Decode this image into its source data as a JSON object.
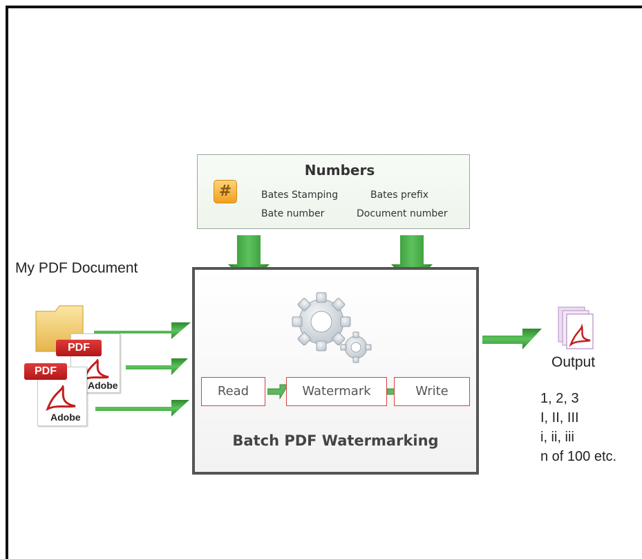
{
  "numbers_panel": {
    "title": "Numbers",
    "icon": "hash-icon",
    "items": [
      "Bates Stamping",
      "Bates prefix",
      "Bate number",
      "Document number"
    ]
  },
  "input": {
    "label": "My PDF Document",
    "file_badge": "PDF",
    "brand": "Adobe"
  },
  "process": {
    "title": "Batch PDF Watermarking",
    "steps": [
      "Read",
      "Watermark",
      "Write"
    ]
  },
  "output": {
    "label": "Output",
    "formats": [
      "1, 2, 3",
      "I, II, III",
      "i, ii, iii",
      "n of 100 etc."
    ]
  },
  "colors": {
    "arrow_green": "#3aa33a",
    "step_border": "#d84040",
    "pdf_red": "#c41e1e",
    "hash_orange": "#f0a020"
  }
}
